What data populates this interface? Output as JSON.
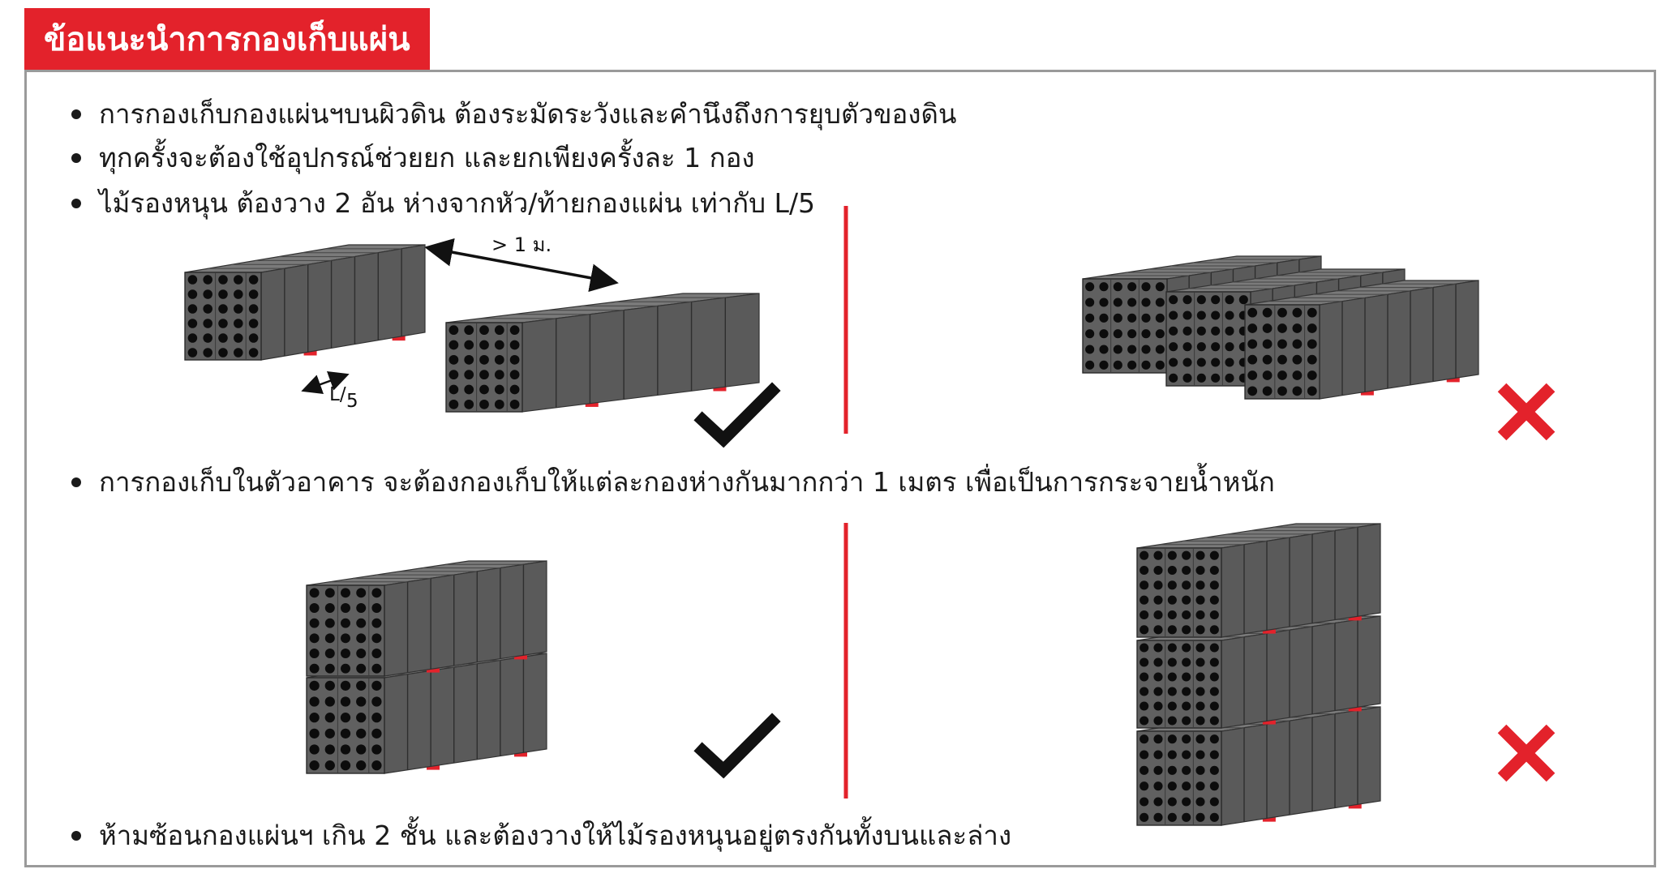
{
  "title": "ข้อแนะนำการกองเก็บแผ่น",
  "bullets": [
    "การกองเก็บกองแผ่นฯบนผิวดิน ต้องระมัดระวังและคำนึงถึงการยุบตัวของดิน",
    "ทุกครั้งจะต้องใช้อุปกรณ์ช่วยยก และยกเพียงครั้งละ 1 กอง",
    "ไม้รองหนุน ต้องวาง 2 อัน ห่างจากหัว/ท้ายกองแผ่น เท่ากับ L/5",
    "การกองเก็บในตัวอาคาร จะต้องกองเก็บให้แต่ละกองห่างกันมากกว่า 1 เมตร เพื่อเป็นการกระจายน้ำหนัก",
    "ห้ามซ้อนกองแผ่นฯ เกิน 2 ชั้น และต้องวางให้ไม้รองหนุนอยู่ตรงกันทั้งบนและล่าง"
  ],
  "labels": {
    "distance": "> 1 ม.",
    "support_spacing_l": "L/",
    "support_spacing_5": "5"
  },
  "colors": {
    "accent": "#e3222b",
    "slab": "#606060",
    "check": "#111111",
    "frame": "#9a9a9a"
  },
  "icons": {
    "check": "check-mark-icon",
    "cross": "cross-mark-icon"
  }
}
